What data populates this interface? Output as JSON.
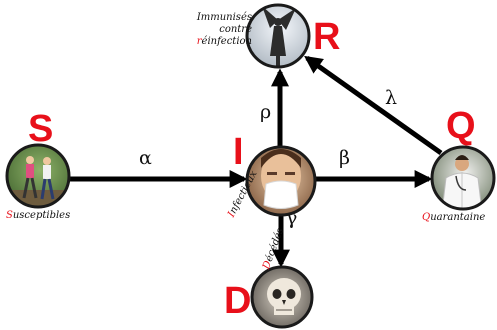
{
  "compartments": {
    "S": {
      "letter": "S",
      "caption_initial": "S",
      "caption_rest": "usceptibles",
      "icon": "walking-people-icon"
    },
    "I": {
      "letter": "I",
      "caption_initial": "I",
      "caption_rest": "nfectieux",
      "icon": "sick-person-icon"
    },
    "R": {
      "letter": "R",
      "caption_line1": "Immunisés",
      "caption_line2": "contre",
      "caption_initial": "r",
      "caption_rest": "éinfection",
      "icon": "angel-statue-icon"
    },
    "Q": {
      "letter": "Q",
      "caption_initial": "Q",
      "caption_rest": "uarantaine",
      "icon": "doctor-icon"
    },
    "D": {
      "letter": "D",
      "caption_initial": "D",
      "caption_rest": "écédés",
      "icon": "skull-icon"
    }
  },
  "rates": {
    "alpha": "α",
    "beta": "β",
    "gamma": "γ",
    "rho": "ρ",
    "lambda": "λ"
  },
  "colors": {
    "letter": "#e8101a",
    "arrow": "#000000",
    "ring": "#1a1a1a"
  }
}
